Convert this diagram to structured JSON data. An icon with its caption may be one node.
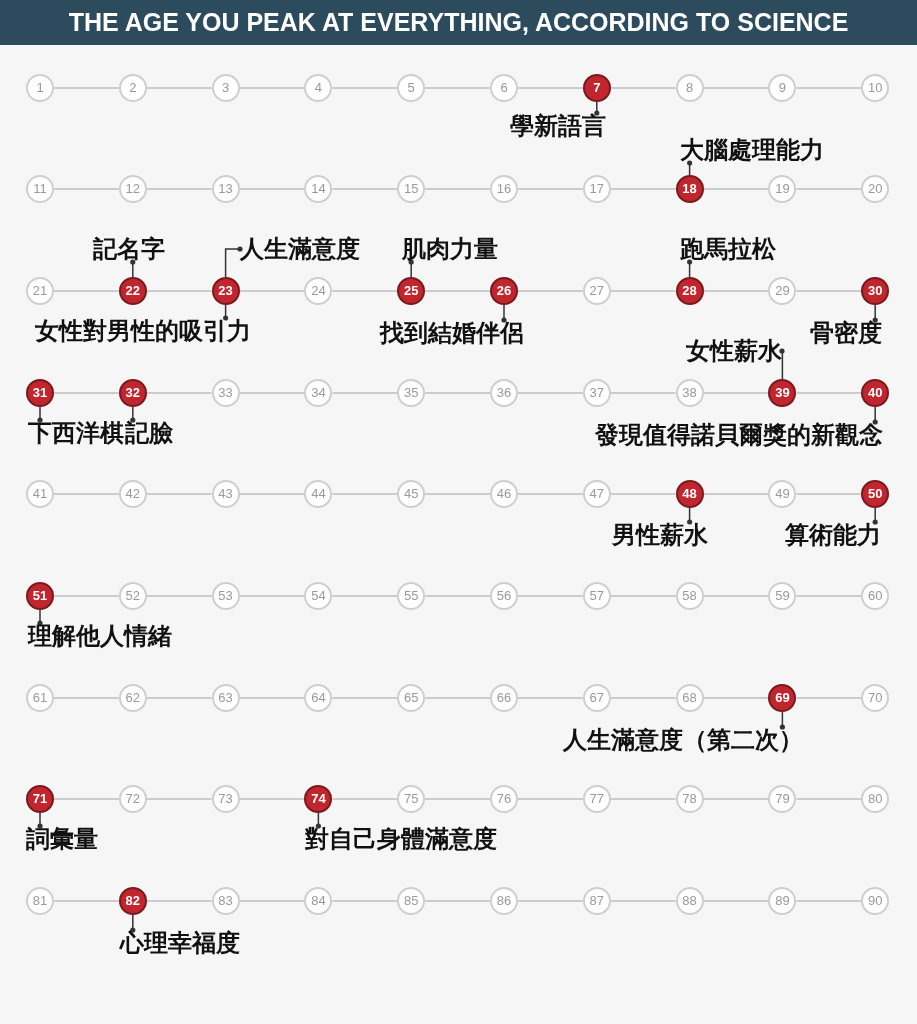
{
  "diagram": {
    "title": "THE AGE YOU PEAK AT EVERYTHING, ACCORDING TO SCIENCE",
    "nodes": [
      {
        "text": [
          "1"
        ]
      },
      {
        "text": [
          "2"
        ]
      },
      {
        "text": [
          "3"
        ]
      },
      {
        "text": [
          "4"
        ]
      },
      {
        "text": [
          "5"
        ]
      },
      {
        "text": [
          "6"
        ]
      },
      {
        "text": [
          "7"
        ]
      },
      {
        "text": [
          "8"
        ]
      },
      {
        "text": [
          "9"
        ]
      },
      {
        "text": [
          "10"
        ]
      },
      {
        "text": [
          "11"
        ]
      },
      {
        "text": [
          "12"
        ]
      },
      {
        "text": [
          "13"
        ]
      },
      {
        "text": [
          "14"
        ]
      },
      {
        "text": [
          "15"
        ]
      },
      {
        "text": [
          "16"
        ]
      },
      {
        "text": [
          "17"
        ]
      },
      {
        "text": [
          "18"
        ]
      },
      {
        "text": [
          "19"
        ]
      },
      {
        "text": [
          "20"
        ]
      },
      {
        "text": [
          "21"
        ]
      },
      {
        "text": [
          "22"
        ]
      },
      {
        "text": [
          "23"
        ]
      },
      {
        "text": [
          "24"
        ]
      },
      {
        "text": [
          "25"
        ]
      },
      {
        "text": [
          "26"
        ]
      },
      {
        "text": [
          "27"
        ]
      },
      {
        "text": [
          "28"
        ]
      },
      {
        "text": [
          "29"
        ]
      },
      {
        "text": [
          "30"
        ]
      },
      {
        "text": [
          "31"
        ]
      },
      {
        "text": [
          "32"
        ]
      },
      {
        "text": [
          "33"
        ]
      },
      {
        "text": [
          "34"
        ]
      },
      {
        "text": [
          "35"
        ]
      },
      {
        "text": [
          "36"
        ]
      },
      {
        "text": [
          "37"
        ]
      },
      {
        "text": [
          "38"
        ]
      },
      {
        "text": [
          "39"
        ]
      },
      {
        "text": [
          "40"
        ]
      },
      {
        "text": [
          "41"
        ]
      },
      {
        "text": [
          "42"
        ]
      },
      {
        "text": [
          "43"
        ]
      },
      {
        "text": [
          "44"
        ]
      },
      {
        "text": [
          "45"
        ]
      },
      {
        "text": [
          "46"
        ]
      },
      {
        "text": [
          "47"
        ]
      },
      {
        "text": [
          "48"
        ]
      },
      {
        "text": [
          "49"
        ]
      },
      {
        "text": [
          "50"
        ]
      },
      {
        "text": [
          "51"
        ]
      },
      {
        "text": [
          "52"
        ]
      },
      {
        "text": [
          "53"
        ]
      },
      {
        "text": [
          "54"
        ]
      },
      {
        "text": [
          "55"
        ]
      },
      {
        "text": [
          "56"
        ]
      },
      {
        "text": [
          "57"
        ]
      },
      {
        "text": [
          "58"
        ]
      },
      {
        "text": [
          "59"
        ]
      },
      {
        "text": [
          "60"
        ]
      },
      {
        "text": [
          "61"
        ]
      },
      {
        "text": [
          "62"
        ]
      },
      {
        "text": [
          "63"
        ]
      },
      {
        "text": [
          "64"
        ]
      },
      {
        "text": [
          "65"
        ]
      },
      {
        "text": [
          "66"
        ]
      },
      {
        "text": [
          "67"
        ]
      },
      {
        "text": [
          "68"
        ]
      },
      {
        "text": [
          "69"
        ]
      },
      {
        "text": [
          "70"
        ]
      },
      {
        "text": [
          "71"
        ]
      },
      {
        "text": [
          "72"
        ]
      },
      {
        "text": [
          "73"
        ]
      },
      {
        "text": [
          "74"
        ]
      },
      {
        "text": [
          "75"
        ]
      },
      {
        "text": [
          "76"
        ]
      },
      {
        "text": [
          "77"
        ]
      },
      {
        "text": [
          "78"
        ]
      },
      {
        "text": [
          "79"
        ]
      },
      {
        "text": [
          "80"
        ]
      },
      {
        "text": [
          "81"
        ]
      },
      {
        "text": [
          "82"
        ]
      },
      {
        "text": [
          "83"
        ]
      },
      {
        "text": [
          "84"
        ]
      },
      {
        "text": [
          "85"
        ]
      },
      {
        "text": [
          "86"
        ]
      },
      {
        "text": [
          "87"
        ]
      },
      {
        "text": [
          "88"
        ]
      },
      {
        "text": [
          "89"
        ]
      },
      {
        "text": [
          "90"
        ]
      },
      {
        "text": [
          "學新語言"
        ]
      },
      {
        "text": [
          "大腦處理能力"
        ]
      },
      {
        "text": [
          "記名字"
        ]
      },
      {
        "text": [
          "人生滿意度"
        ]
      },
      {
        "text": [
          "肌肉力量"
        ]
      },
      {
        "text": [
          "跑馬拉松"
        ]
      },
      {
        "text": [
          "女性對男性的吸引力"
        ]
      },
      {
        "text": [
          "找到結婚伴侶"
        ]
      },
      {
        "text": [
          "骨密度"
        ]
      },
      {
        "text": [
          "女性薪水"
        ]
      },
      {
        "text": [
          "下西洋棋"
        ]
      },
      {
        "text": [
          "記臉"
        ]
      },
      {
        "text": [
          "發現值得諾貝爾獎的新觀念"
        ]
      },
      {
        "text": [
          "男性薪水"
        ]
      },
      {
        "text": [
          "算術能力"
        ]
      },
      {
        "text": [
          "理解他人情緒"
        ]
      },
      {
        "text": [
          "人生滿意度（第二次）"
        ]
      },
      {
        "text": [
          "詞彙量"
        ]
      },
      {
        "text": [
          "對自己身體滿意度"
        ]
      },
      {
        "text": [
          "心理幸福度"
        ]
      }
    ],
    "edges": [
      {
        "from": 0,
        "to": 1,
        "arrow": "none"
      },
      {
        "from": 1,
        "to": 2,
        "arrow": "none"
      },
      {
        "from": 2,
        "to": 3,
        "arrow": "none"
      },
      {
        "from": 3,
        "to": 4,
        "arrow": "none"
      },
      {
        "from": 4,
        "to": 5,
        "arrow": "none"
      },
      {
        "from": 5,
        "to": 6,
        "arrow": "none"
      },
      {
        "from": 6,
        "to": 7,
        "arrow": "none"
      },
      {
        "from": 7,
        "to": 8,
        "arrow": "none"
      },
      {
        "from": 8,
        "to": 9,
        "arrow": "none"
      },
      {
        "from": 10,
        "to": 11,
        "arrow": "none"
      },
      {
        "from": 11,
        "to": 12,
        "arrow": "none"
      },
      {
        "from": 12,
        "to": 13,
        "arrow": "none"
      },
      {
        "from": 13,
        "to": 14,
        "arrow": "none"
      },
      {
        "from": 14,
        "to": 15,
        "arrow": "none"
      },
      {
        "from": 15,
        "to": 16,
        "arrow": "none"
      },
      {
        "from": 16,
        "to": 17,
        "arrow": "none"
      },
      {
        "from": 17,
        "to": 18,
        "arrow": "none"
      },
      {
        "from": 18,
        "to": 19,
        "arrow": "none"
      },
      {
        "from": 20,
        "to": 21,
        "arrow": "none"
      },
      {
        "from": 21,
        "to": 22,
        "arrow": "none"
      },
      {
        "from": 22,
        "to": 23,
        "arrow": "none"
      },
      {
        "from": 23,
        "to": 24,
        "arrow": "none"
      },
      {
        "from": 24,
        "to": 25,
        "arrow": "none"
      },
      {
        "from": 25,
        "to": 26,
        "arrow": "none"
      },
      {
        "from": 26,
        "to": 27,
        "arrow": "none"
      },
      {
        "from": 27,
        "to": 28,
        "arrow": "none"
      },
      {
        "from": 28,
        "to": 29,
        "arrow": "none"
      },
      {
        "from": 30,
        "to": 31,
        "arrow": "none"
      },
      {
        "from": 31,
        "to": 32,
        "arrow": "none"
      },
      {
        "from": 32,
        "to": 33,
        "arrow": "none"
      },
      {
        "from": 33,
        "to": 34,
        "arrow": "none"
      },
      {
        "from": 34,
        "to": 35,
        "arrow": "none"
      },
      {
        "from": 35,
        "to": 36,
        "arrow": "none"
      },
      {
        "from": 36,
        "to": 37,
        "arrow": "none"
      },
      {
        "from": 37,
        "to": 38,
        "arrow": "none"
      },
      {
        "from": 38,
        "to": 39,
        "arrow": "none"
      },
      {
        "from": 40,
        "to": 41,
        "arrow": "none"
      },
      {
        "from": 41,
        "to": 42,
        "arrow": "none"
      },
      {
        "from": 42,
        "to": 43,
        "arrow": "none"
      },
      {
        "from": 43,
        "to": 44,
        "arrow": "none"
      },
      {
        "from": 44,
        "to": 45,
        "arrow": "none"
      },
      {
        "from": 45,
        "to": 46,
        "arrow": "none"
      },
      {
        "from": 46,
        "to": 47,
        "arrow": "none"
      },
      {
        "from": 47,
        "to": 48,
        "arrow": "none"
      },
      {
        "from": 48,
        "to": 49,
        "arrow": "none"
      },
      {
        "from": 50,
        "to": 51,
        "arrow": "none"
      },
      {
        "from": 51,
        "to": 52,
        "arrow": "none"
      },
      {
        "from": 52,
        "to": 53,
        "arrow": "none"
      },
      {
        "from": 53,
        "to": 54,
        "arrow": "none"
      },
      {
        "from": 54,
        "to": 55,
        "arrow": "none"
      },
      {
        "from": 55,
        "to": 56,
        "arrow": "none"
      },
      {
        "from": 56,
        "to": 57,
        "arrow": "none"
      },
      {
        "from": 57,
        "to": 58,
        "arrow": "none"
      },
      {
        "from": 58,
        "to": 59,
        "arrow": "none"
      },
      {
        "from": 60,
        "to": 61,
        "arrow": "none"
      },
      {
        "from": 61,
        "to": 62,
        "arrow": "none"
      },
      {
        "from": 62,
        "to": 63,
        "arrow": "none"
      },
      {
        "from": 63,
        "to": 64,
        "arrow": "none"
      },
      {
        "from": 64,
        "to": 65,
        "arrow": "none"
      },
      {
        "from": 65,
        "to": 66,
        "arrow": "none"
      },
      {
        "from": 66,
        "to": 67,
        "arrow": "none"
      },
      {
        "from": 67,
        "to": 68,
        "arrow": "none"
      },
      {
        "from": 68,
        "to": 69,
        "arrow": "none"
      },
      {
        "from": 70,
        "to": 71,
        "arrow": "none"
      },
      {
        "from": 71,
        "to": 72,
        "arrow": "none"
      },
      {
        "from": 72,
        "to": 73,
        "arrow": "none"
      },
      {
        "from": 73,
        "to": 74,
        "arrow": "none"
      },
      {
        "from": 74,
        "to": 75,
        "arrow": "none"
      },
      {
        "from": 75,
        "to": 76,
        "arrow": "none"
      },
      {
        "from": 76,
        "to": 77,
        "arrow": "none"
      },
      {
        "from": 77,
        "to": 78,
        "arrow": "none"
      },
      {
        "from": 78,
        "to": 79,
        "arrow": "none"
      },
      {
        "from": 80,
        "to": 81,
        "arrow": "none"
      },
      {
        "from": 81,
        "to": 82,
        "arrow": "none"
      },
      {
        "from": 82,
        "to": 83,
        "arrow": "none"
      },
      {
        "from": 83,
        "to": 84,
        "arrow": "none"
      },
      {
        "from": 84,
        "to": 85,
        "arrow": "none"
      },
      {
        "from": 85,
        "to": 86,
        "arrow": "none"
      },
      {
        "from": 86,
        "to": 87,
        "arrow": "none"
      },
      {
        "from": 87,
        "to": 88,
        "arrow": "none"
      },
      {
        "from": 88,
        "to": 89,
        "arrow": "none"
      },
      {
        "from": 6,
        "to": 90,
        "arrow": "other",
        "color": "#333333"
      },
      {
        "from": 17,
        "to": 91,
        "arrow": "other",
        "color": "#333333"
      },
      {
        "from": 21,
        "to": 92,
        "arrow": "other",
        "color": "#333333"
      },
      {
        "from": 22,
        "to": 93,
        "arrow": "other",
        "color": "#333333"
      },
      {
        "from": 24,
        "to": 94,
        "arrow": "other",
        "color": "#333333"
      },
      {
        "from": 27,
        "to": 95,
        "arrow": "other",
        "color": "#333333"
      },
      {
        "from": 22,
        "to": 96,
        "arrow": "other",
        "color": "#333333"
      },
      {
        "from": 25,
        "to": 97,
        "arrow": "other",
        "color": "#333333"
      },
      {
        "from": 29,
        "to": 98,
        "arrow": "other",
        "color": "#333333"
      },
      {
        "from": 38,
        "to": 99,
        "arrow": "other",
        "color": "#333333"
      },
      {
        "from": 30,
        "to": 100,
        "arrow": "other",
        "color": "#333333"
      },
      {
        "from": 31,
        "to": 101,
        "arrow": "other",
        "color": "#333333"
      },
      {
        "from": 39,
        "to": 102,
        "arrow": "other",
        "color": "#333333"
      },
      {
        "from": 47,
        "to": 103,
        "arrow": "other",
        "color": "#333333"
      },
      {
        "from": 49,
        "to": 104,
        "arrow": "other",
        "color": "#333333"
      },
      {
        "from": 50,
        "to": 105,
        "arrow": "other",
        "color": "#333333"
      },
      {
        "from": 68,
        "to": 106,
        "arrow": "other",
        "color": "#333333"
      },
      {
        "from": 70,
        "to": 107,
        "arrow": "other",
        "color": "#333333"
      },
      {
        "from": 73,
        "to": 108,
        "arrow": "other",
        "color": "#333333"
      },
      {
        "from": 81,
        "to": 109,
        "arrow": "other",
        "color": "#333333"
      }
    ]
  }
}
